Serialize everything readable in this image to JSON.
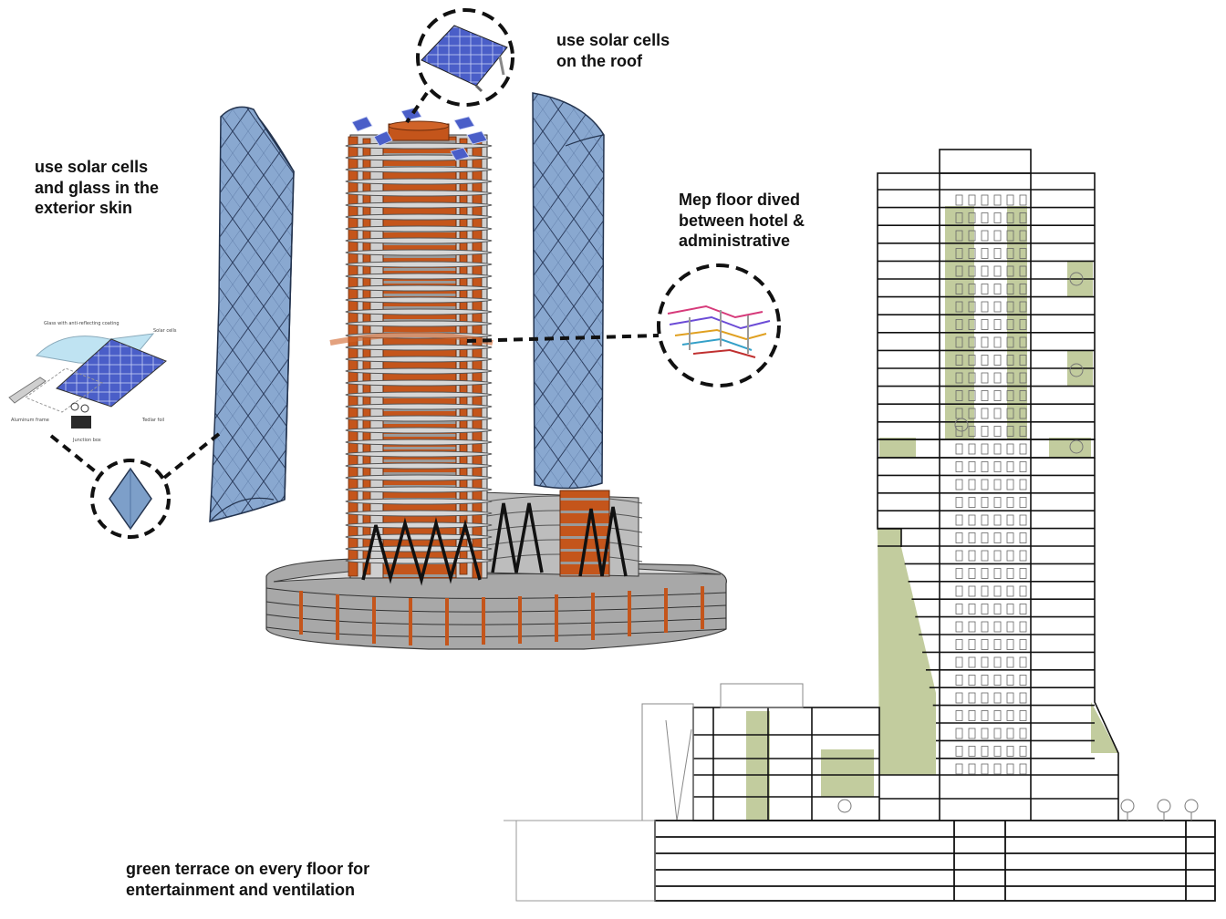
{
  "annotations": {
    "roof_solar": "use solar cells\non the roof",
    "exterior_skin": "use solar cells\nand glass in the\nexterior skin",
    "mep_floor": "Mep floor dived\nbetween hotel &\nadministrative",
    "green_terrace": "green terrace on every floor for\nentertainment and ventilation"
  },
  "solar_panel_detail": {
    "glass_label": "Glass with anti-reflecting coating",
    "cells_label": "Solar cells",
    "frame_label": "Aluminum frame",
    "foil_label": "Tedlar foil",
    "junction_label": "Junction box"
  },
  "colors": {
    "core_orange": "#c4551b",
    "facade_blue": "#7d9fc9",
    "terrace_green": "#c2cc9e",
    "slab_gray": "#b8b8b8"
  }
}
